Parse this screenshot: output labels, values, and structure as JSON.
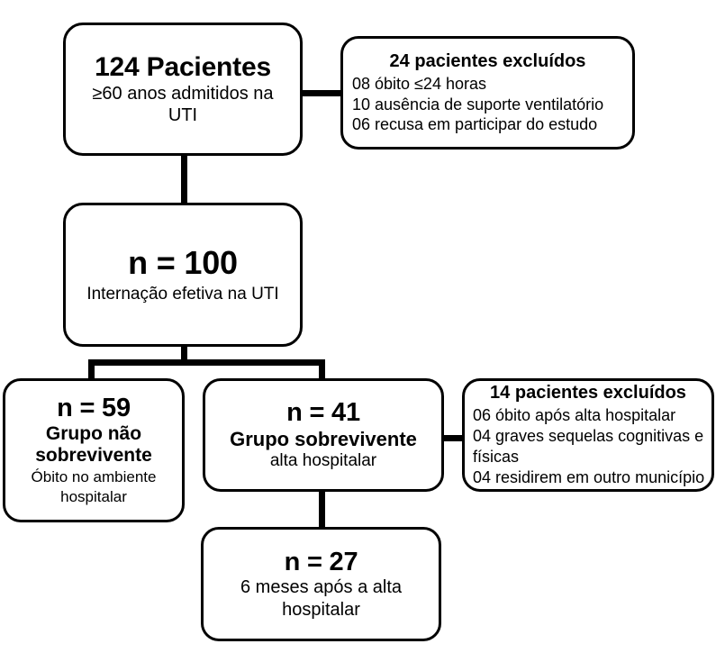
{
  "diagram": {
    "title": "Fluxograma de inclusao de pacientes",
    "stroke_color": "#000000",
    "background_color": "#ffffff"
  },
  "nodes": {
    "top": {
      "headline": "124 Pacientes",
      "line1": "≥60 anos admitidos na",
      "line2": "UTI"
    },
    "excluded_24": {
      "headline": "24 pacientes excluídos",
      "reasons": [
        "08 óbito ≤24 horas",
        "10 ausência de suporte ventilatório",
        "06 recusa em participar do estudo"
      ]
    },
    "n100": {
      "headline": "n = 100",
      "subtitle": "Internação efetiva na UTI"
    },
    "n59": {
      "headline": "n = 59",
      "group_line1": "Grupo não",
      "group_line2": "sobrevivente",
      "detail_line1": "Óbito no ambiente",
      "detail_line2": "hospitalar"
    },
    "n41": {
      "headline": "n = 41",
      "group": "Grupo sobrevivente",
      "detail": "alta hospitalar"
    },
    "excluded_14": {
      "headline": "14 pacientes excluídos",
      "reasons": [
        "06 óbito após alta hospitalar",
        "04 graves sequelas cognitivas e físicas",
        "04 residirem em outro município"
      ]
    },
    "n27": {
      "headline": "n = 27",
      "detail_line1": "6 meses após a alta",
      "detail_line2": "hospitalar"
    }
  },
  "chart_data": {
    "type": "diagram",
    "flow": "patient-inclusion-flowchart",
    "nodes": [
      {
        "id": "top",
        "label": "124 Pacientes",
        "n": 124,
        "note": "≥60 anos admitidos na UTI"
      },
      {
        "id": "excluded_24",
        "label": "24 pacientes excluídos",
        "n": 24,
        "breakdown": [
          8,
          10,
          6
        ]
      },
      {
        "id": "n100",
        "label": "n = 100",
        "n": 100,
        "note": "Internação efetiva na UTI"
      },
      {
        "id": "n59",
        "label": "n = 59",
        "n": 59,
        "note": "Grupo não sobrevivente — Óbito no ambiente hospitalar"
      },
      {
        "id": "n41",
        "label": "n = 41",
        "n": 41,
        "note": "Grupo sobrevivente — alta hospitalar"
      },
      {
        "id": "excluded_14",
        "label": "14 pacientes excluídos",
        "n": 14,
        "breakdown": [
          6,
          4,
          4
        ]
      },
      {
        "id": "n27",
        "label": "n = 27",
        "n": 27,
        "note": "6 meses após a alta hospitalar"
      }
    ],
    "edges": [
      {
        "from": "top",
        "to": "excluded_24",
        "style": "horizontal"
      },
      {
        "from": "top",
        "to": "n100",
        "style": "vertical"
      },
      {
        "from": "n100",
        "to": "n59",
        "style": "split"
      },
      {
        "from": "n100",
        "to": "n41",
        "style": "split"
      },
      {
        "from": "n41",
        "to": "excluded_14",
        "style": "horizontal"
      },
      {
        "from": "n41",
        "to": "n27",
        "style": "vertical"
      }
    ]
  }
}
